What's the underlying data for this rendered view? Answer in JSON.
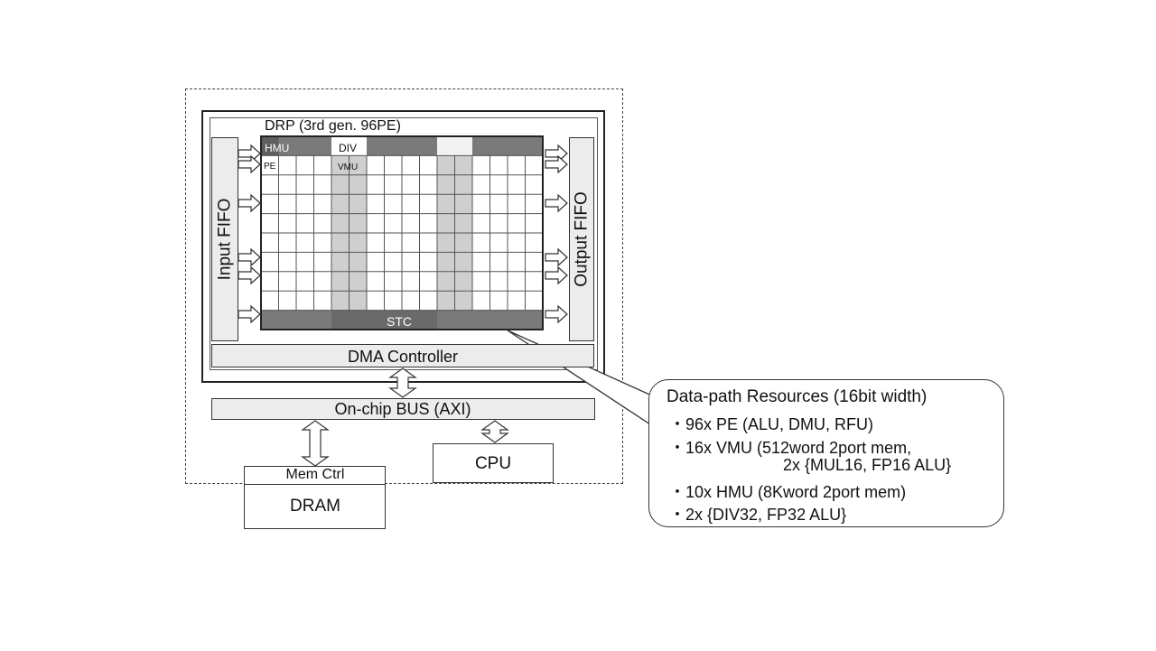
{
  "diagram": {
    "drp_title": "DRP (3rd gen. 96PE)",
    "input_fifo": "Input FIFO",
    "output_fifo": "Output FIFO",
    "grid_labels": {
      "hmu": "HMU",
      "div": "DIV",
      "pe": "PE",
      "vmu": "VMU",
      "stc": "STC"
    },
    "dma_controller": "DMA Controller",
    "onchip_bus": "On-chip BUS (AXI)",
    "mem_ctrl": "Mem Ctrl",
    "dram": "DRAM",
    "cpu": "CPU"
  },
  "callout": {
    "title": "Data-path Resources (16bit width)",
    "lines": [
      "・96x PE (ALU, DMU, RFU)",
      "・16x VMU (512word 2port mem,",
      "2x {MUL16, FP16 ALU}",
      "・10x HMU (8Kword 2port mem)",
      "・2x {DIV32, FP32 ALU}"
    ]
  },
  "colors": {
    "dark_cell": "#7a7a7a",
    "light_column": "#cfcfcf",
    "panel": "#ececec",
    "line": "#222222"
  }
}
